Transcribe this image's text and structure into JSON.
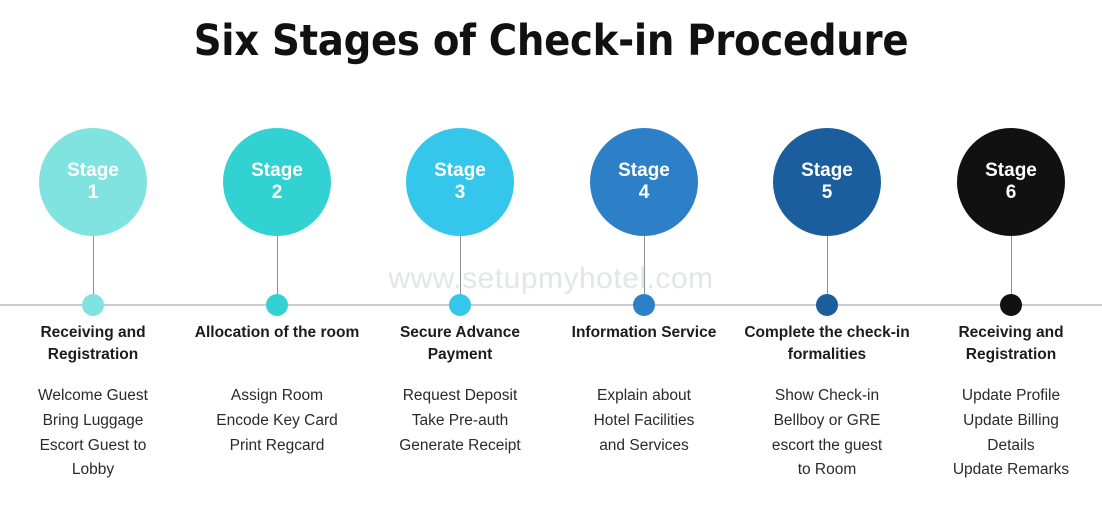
{
  "title": "Six Stages of Check-in Procedure",
  "watermark": "www.setupmyhotel.com",
  "axis": {
    "color": "#c9ccce"
  },
  "stage_label": "Stage",
  "stages": [
    {
      "label": "Stage",
      "number": "1",
      "color": "#80E3DF",
      "heading": "Receiving and Registration",
      "lines": [
        "Welcome Guest",
        "Bring Luggage",
        "Escort Guest to",
        "Lobby"
      ]
    },
    {
      "label": "Stage",
      "number": "2",
      "color": "#33D2D2",
      "heading": "Allocation of the room",
      "lines": [
        "Assign Room",
        "Encode Key Card",
        "Print Regcard"
      ]
    },
    {
      "label": "Stage",
      "number": "3",
      "color": "#35C6EC",
      "heading": "Secure Advance Payment",
      "lines": [
        "Request Deposit",
        "Take Pre-auth",
        "Generate Receipt"
      ]
    },
    {
      "label": "Stage",
      "number": "4",
      "color": "#2D80C8",
      "heading": "Information Service",
      "lines": [
        "Explain about",
        "Hotel Facilities",
        "and Services"
      ]
    },
    {
      "label": "Stage",
      "number": "5",
      "color": "#1B5E9E",
      "heading": "Complete the check-in formalities",
      "lines": [
        "Show Check-in",
        "Bellboy or GRE",
        "escort the guest",
        "to Room"
      ]
    },
    {
      "label": "Stage",
      "number": "6",
      "color": "#111111",
      "heading": "Receiving and Registration",
      "lines": [
        "Update Profile",
        "Update Billing",
        "Details",
        "Update Remarks"
      ]
    }
  ]
}
